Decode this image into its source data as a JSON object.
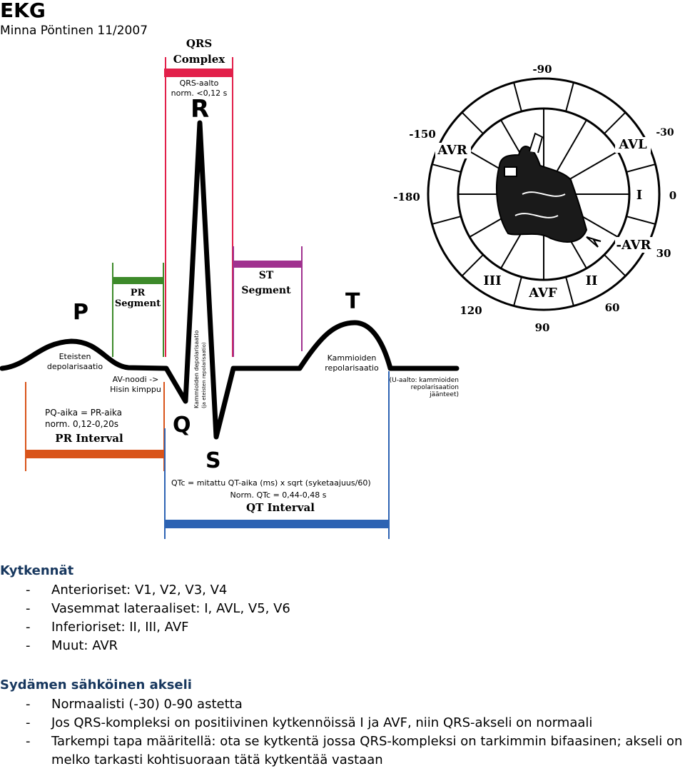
{
  "header": {
    "title": "EKG",
    "subtitle": "Minna Pöntinen 11/2007"
  },
  "ekg": {
    "waves": {
      "p": "P",
      "r": "R",
      "q": "Q",
      "s": "S",
      "t": "T"
    },
    "qrs": {
      "title_1": "QRS",
      "title_2": "Complex",
      "note_1": "QRS-aalto",
      "note_2": "norm. <0,12 s"
    },
    "pr_segment": {
      "line_1": "PR",
      "line_2": "Segment"
    },
    "st_segment": {
      "line_1": "ST",
      "line_2": "Segment"
    },
    "p_note": {
      "line_1": "Eteisten",
      "line_2": "depolarisaatio"
    },
    "t_note": {
      "line_1": "Kammioiden",
      "line_2": "repolarisaatio"
    },
    "av_note": {
      "line_1": "AV-noodi ->",
      "line_2": "Hisin kimppu"
    },
    "vert_note": {
      "line_1": "Kammioiden depolarisaatio",
      "line_2": "(ja eteisten repolarisaatio)"
    },
    "u_note": {
      "line_1": "(U-aalto: kammioiden",
      "line_2": "repolarisaation",
      "line_3": "jäänteet)"
    },
    "pr_interval": {
      "line_1": "PQ-aika = PR-aika",
      "line_2": "norm. 0,12-0,20s",
      "title": "PR Interval"
    },
    "qt_interval": {
      "formula": "QTc = mitattu QT-aika (ms) x sqrt (syketaajuus/60)",
      "norm": "Norm. QTc = 0,44-0,48 s",
      "title": "QT Interval"
    },
    "colors": {
      "qrs": "#e2204a",
      "pr_segment": "#3d8a2a",
      "st_segment": "#a0318f",
      "pr_interval": "#d9541a",
      "qt_interval": "#2d63b3"
    }
  },
  "axis_wheel": {
    "degrees": {
      "m90": "-90",
      "m150": "-150",
      "m30": "-30",
      "m180": "-180",
      "zero": "0",
      "p30": "30",
      "p120": "120",
      "p60": "60",
      "p90": "90"
    },
    "leads": {
      "avr": "AVR",
      "avl": "AVL",
      "i": "I",
      "neg_avr": "-AVR",
      "iii": "III",
      "ii": "II",
      "avf": "AVF"
    }
  },
  "kytkennat": {
    "heading": "Kytkennät",
    "items": [
      "Anterioriset: V1, V2, V3, V4",
      "Vasemmat lateraaliset: I, AVL, V5, V6",
      "Inferioriset: II, III, AVF",
      "Muut: AVR"
    ]
  },
  "akseli": {
    "heading": "Sydämen sähköinen akseli",
    "items": [
      "Normaalisti (-30) 0-90 astetta",
      "Jos QRS-kompleksi on positiivinen kytkennöissä I ja AVF, niin QRS-akseli on normaali",
      "Tarkempi tapa määritellä: ota se kytkentä jossa QRS-kompleksi on tarkimmin bifaasinen; akseli on melko tarkasti kohtisuoraan tätä kytkentää vastaan"
    ],
    "bullet": "-"
  }
}
